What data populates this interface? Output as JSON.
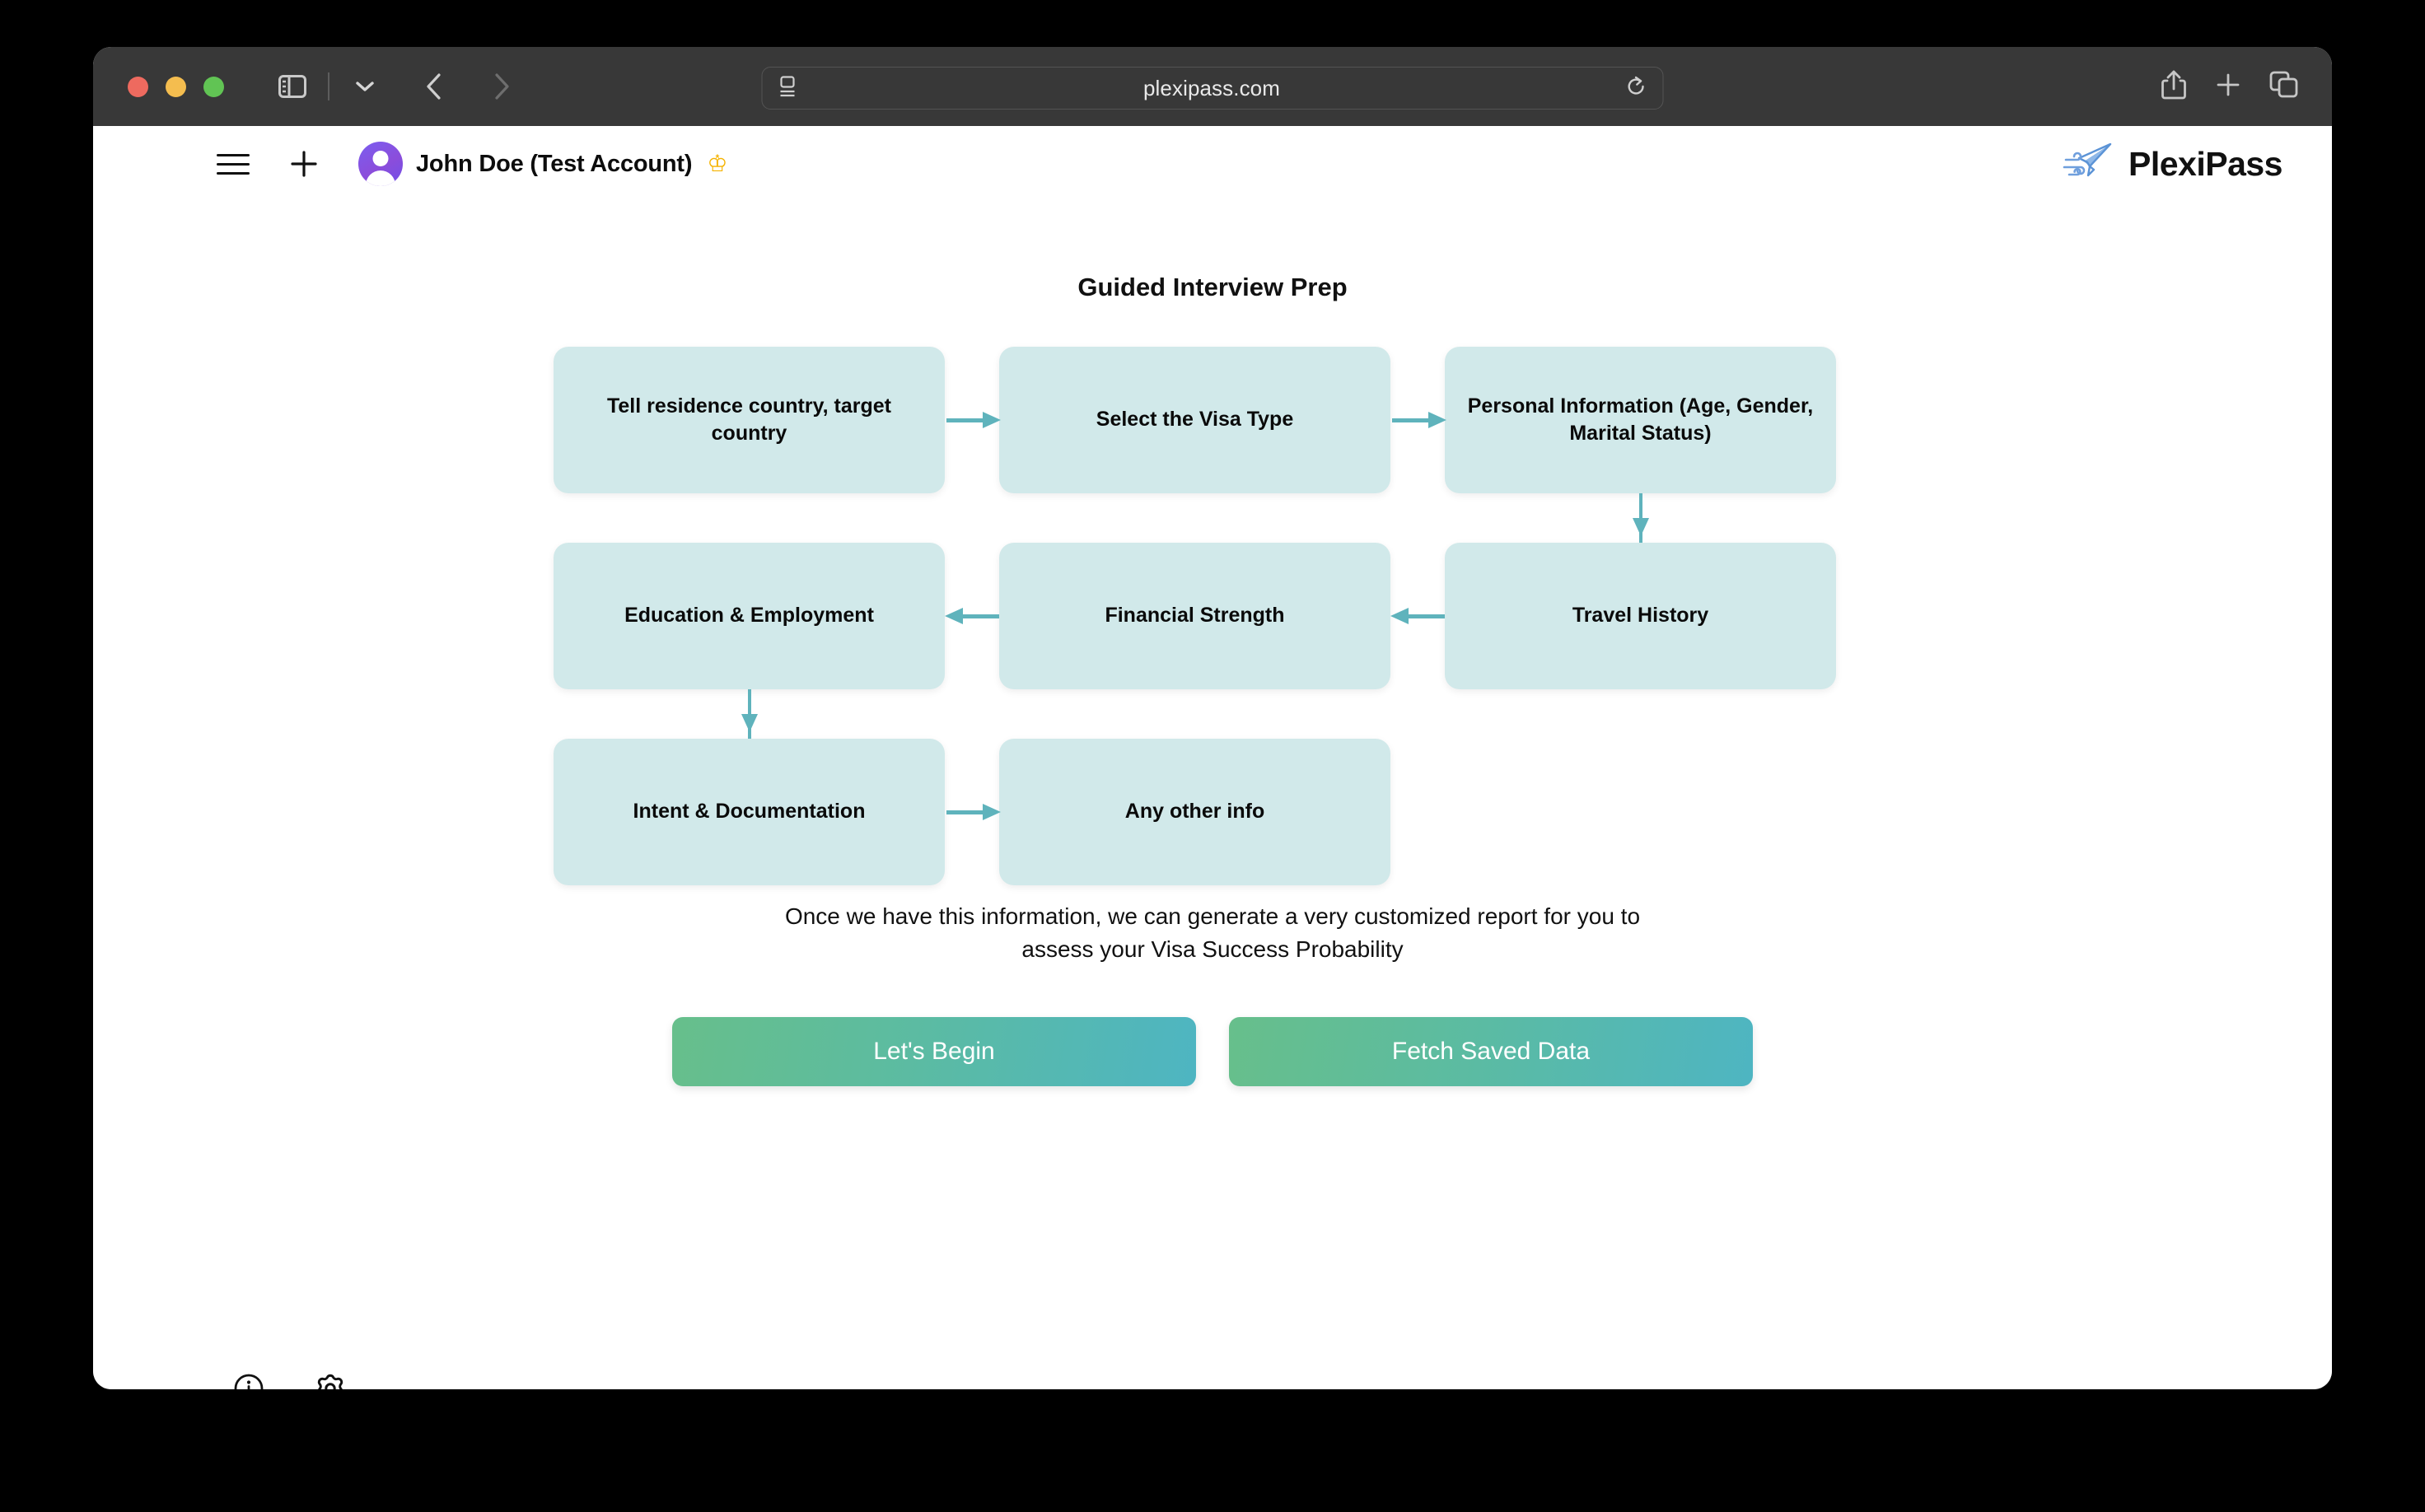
{
  "browser": {
    "url": "plexipass.com",
    "traffic_lights": [
      "close",
      "minimize",
      "maximize"
    ],
    "toolbar_left": [
      {
        "icon": "sidebar-icon"
      },
      {
        "icon": "chevron-down-icon"
      },
      {
        "icon": "back-arrow-icon"
      },
      {
        "icon": "forward-arrow-icon"
      }
    ],
    "toolbar_right": [
      {
        "icon": "share-icon"
      },
      {
        "icon": "new-tab-icon"
      },
      {
        "icon": "tab-overview-icon"
      }
    ],
    "reader_icon": "reader-view-icon",
    "reload_icon": "reload-icon"
  },
  "app_header": {
    "menu_icon": "hamburger-menu-icon",
    "new_icon": "plus-icon",
    "user_name": "John Doe (Test Account)",
    "crown_icon": "crown-icon",
    "avatar_icon": "user-avatar-icon",
    "brand_name": "PlexiPass",
    "brand_icon": "paper-plane-icon"
  },
  "main": {
    "page_title": "Guided Interview Prep",
    "caption": "Once we have this information, we can generate a very customized report for you to assess your Visa Success Probability",
    "buttons": [
      {
        "label": "Let's Begin",
        "name": "lets-begin-button"
      },
      {
        "label": "Fetch Saved Data",
        "name": "fetch-saved-data-button"
      }
    ]
  },
  "flow": {
    "nodes": [
      {
        "id": "n1",
        "label": "Tell residence country, target country"
      },
      {
        "id": "n2",
        "label": "Select the Visa Type"
      },
      {
        "id": "n3",
        "label": "Personal Information (Age, Gender, Marital Status)"
      },
      {
        "id": "n4",
        "label": "Education & Employment"
      },
      {
        "id": "n5",
        "label": "Financial Strength"
      },
      {
        "id": "n6",
        "label": "Travel History"
      },
      {
        "id": "n7",
        "label": "Intent & Documentation"
      },
      {
        "id": "n8",
        "label": "Any other info"
      }
    ],
    "edges": [
      {
        "from": "n1",
        "to": "n2",
        "direction": "right"
      },
      {
        "from": "n2",
        "to": "n3",
        "direction": "right"
      },
      {
        "from": "n3",
        "to": "n6",
        "direction": "down"
      },
      {
        "from": "n6",
        "to": "n5",
        "direction": "left"
      },
      {
        "from": "n5",
        "to": "n4",
        "direction": "left"
      },
      {
        "from": "n4",
        "to": "n7",
        "direction": "down"
      },
      {
        "from": "n7",
        "to": "n8",
        "direction": "right"
      }
    ],
    "node_color": "#d1e9ea",
    "arrow_color": "#5fb3bc"
  },
  "footer": {
    "info_icon": "info-icon",
    "settings_icon": "gear-icon"
  },
  "colors": {
    "chrome": "#383838",
    "accent_green": "#67bf8b",
    "accent_teal": "#4eb5c2",
    "crown_gold": "#f5b301",
    "brand_blue": "#5b93d6"
  }
}
